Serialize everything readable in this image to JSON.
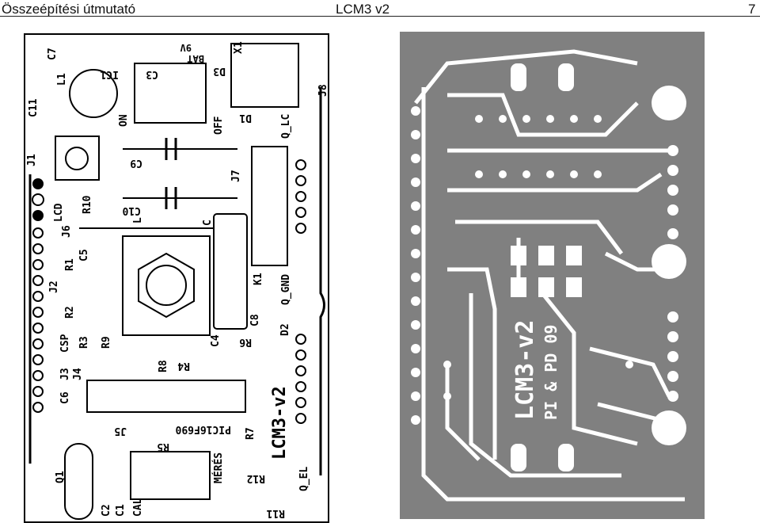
{
  "header": {
    "title": "Összeépítési útmutató",
    "subtitle": "LCM3 v2",
    "page_number": "7"
  },
  "silkscreen": {
    "components": [
      "C7",
      "IC1",
      "C3",
      "9V",
      "BAT",
      "X1",
      "D3",
      "L1",
      "C11",
      "ON",
      "OFF",
      "D1",
      "Q_LC",
      "J8",
      "J1",
      "C9",
      "J7",
      "R10",
      "LCD",
      "C10",
      "L",
      "C",
      "J6",
      "C5",
      "R1",
      "K1",
      "J2",
      "Q_GND",
      "R2",
      "R3",
      "R9",
      "C8",
      "D2",
      "CSP",
      "C4",
      "R6",
      "R8",
      "R4",
      "J3",
      "J4",
      "LCM3-v2",
      "C6",
      "J5",
      "PIC16F690",
      "R5",
      "R7",
      "Q1",
      "MÉRÉS",
      "R12",
      "Q_EL",
      "C2",
      "C1",
      "CAL",
      "R11"
    ]
  },
  "copper": {
    "title": "LCM3-v2",
    "author_line": "PI & PD 09"
  }
}
